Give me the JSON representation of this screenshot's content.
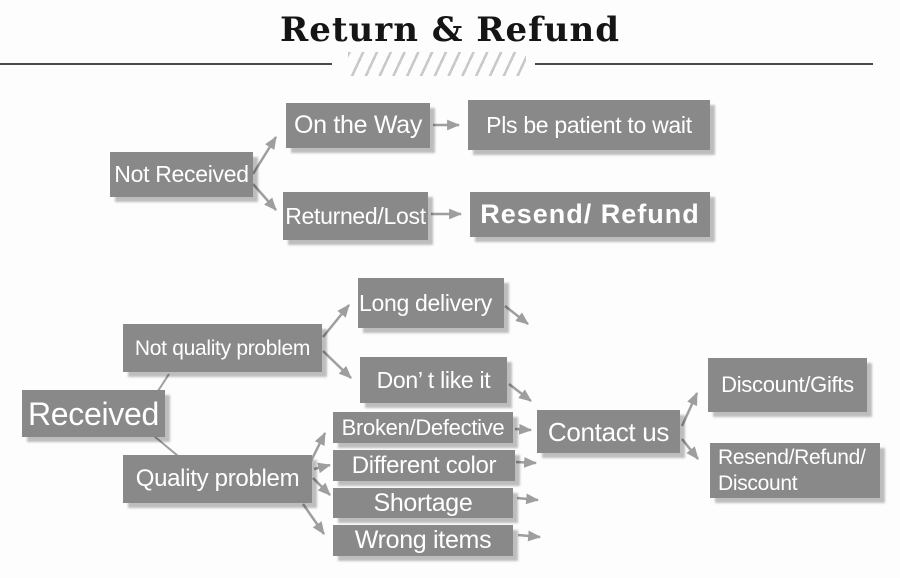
{
  "title": "Return & Refund",
  "colors": {
    "node_background": "#898989",
    "node_text": "#ffffff",
    "arrow": "#9e9e9e",
    "rule": "#4a4a4a",
    "hatch": "#c9c9c9"
  },
  "nodes": {
    "not_received": {
      "label": "Not Received"
    },
    "on_the_way": {
      "label": "On the Way"
    },
    "pls_wait": {
      "label": "Pls be patient to wait"
    },
    "returned_lost": {
      "label": "Returned/Lost"
    },
    "resend_refund": {
      "label": "Resend/ Refund"
    },
    "received": {
      "label": "Received"
    },
    "not_quality_problem": {
      "label": "Not quality problem"
    },
    "long_delivery": {
      "label": "Long delivery"
    },
    "dont_like_it": {
      "label": "Don’ t like it"
    },
    "quality_problem": {
      "label": "Quality problem"
    },
    "broken_defective": {
      "label": "Broken/Defective"
    },
    "different_color": {
      "label": "Different color"
    },
    "shortage": {
      "label": "Shortage"
    },
    "wrong_items": {
      "label": "Wrong items"
    },
    "contact_us": {
      "label": "Contact us"
    },
    "discount_gifts": {
      "label": "Discount/Gifts"
    },
    "resend_refund_discount": {
      "lines": [
        "Resend/Refund/",
        "Discount"
      ]
    }
  },
  "edges": [
    {
      "from": "not_received",
      "to": "on_the_way"
    },
    {
      "from": "not_received",
      "to": "returned_lost"
    },
    {
      "from": "on_the_way",
      "to": "pls_wait"
    },
    {
      "from": "returned_lost",
      "to": "resend_refund"
    },
    {
      "from": "received",
      "to": "not_quality_problem"
    },
    {
      "from": "received",
      "to": "quality_problem"
    },
    {
      "from": "not_quality_problem",
      "to": "long_delivery"
    },
    {
      "from": "not_quality_problem",
      "to": "dont_like_it"
    },
    {
      "from": "long_delivery",
      "to": ""
    },
    {
      "from": "dont_like_it",
      "to": "contact_us"
    },
    {
      "from": "quality_problem",
      "to": "broken_defective"
    },
    {
      "from": "quality_problem",
      "to": "different_color"
    },
    {
      "from": "quality_problem",
      "to": "shortage"
    },
    {
      "from": "quality_problem",
      "to": "wrong_items"
    },
    {
      "from": "broken_defective",
      "to": "contact_us"
    },
    {
      "from": "different_color",
      "to": "contact_us"
    },
    {
      "from": "shortage",
      "to": "contact_us"
    },
    {
      "from": "wrong_items",
      "to": "contact_us"
    },
    {
      "from": "contact_us",
      "to": "discount_gifts"
    },
    {
      "from": "contact_us",
      "to": "resend_refund_discount"
    }
  ]
}
